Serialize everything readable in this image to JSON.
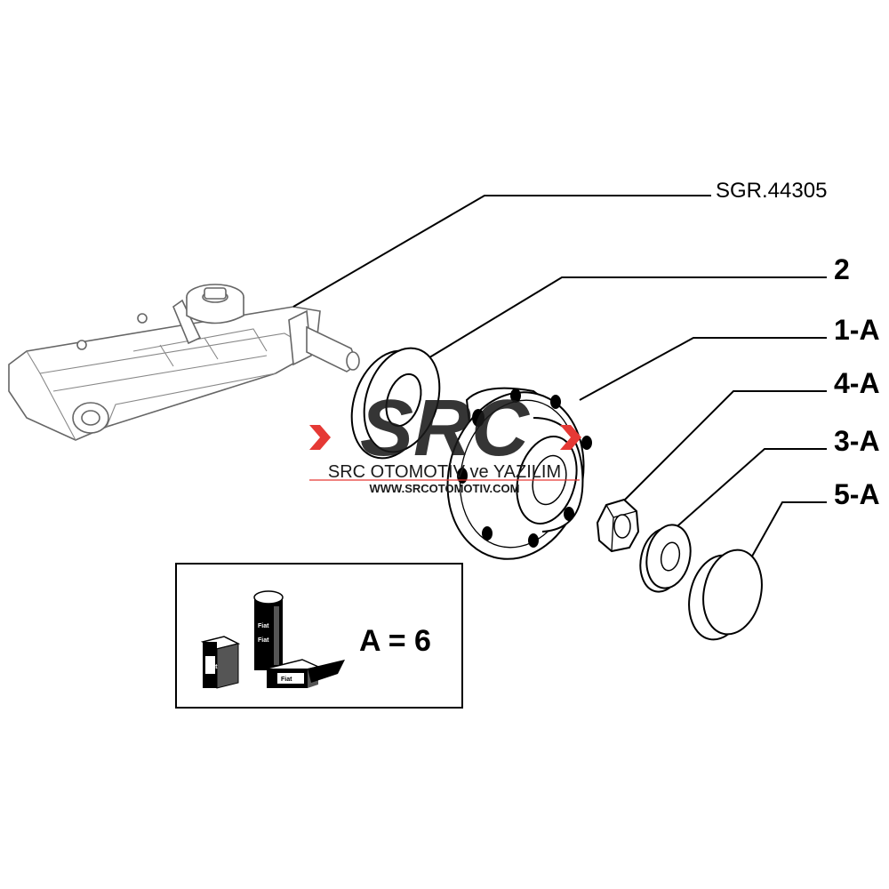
{
  "reference": "SGR.44305",
  "callouts": [
    {
      "label": "2"
    },
    {
      "label": "1-A"
    },
    {
      "label": "4-A"
    },
    {
      "label": "3-A"
    },
    {
      "label": "5-A"
    }
  ],
  "legend": {
    "text": "A = 6",
    "box_labels": [
      "Fiat",
      "Fiat",
      "Fiat",
      "Fiat"
    ]
  },
  "watermark": {
    "logo": "SRC",
    "company": "SRC OTOMOTİV ve YAZILIM",
    "url": "WWW.SRCOTOMOTIV.COM",
    "accent_color": "#e53935"
  }
}
